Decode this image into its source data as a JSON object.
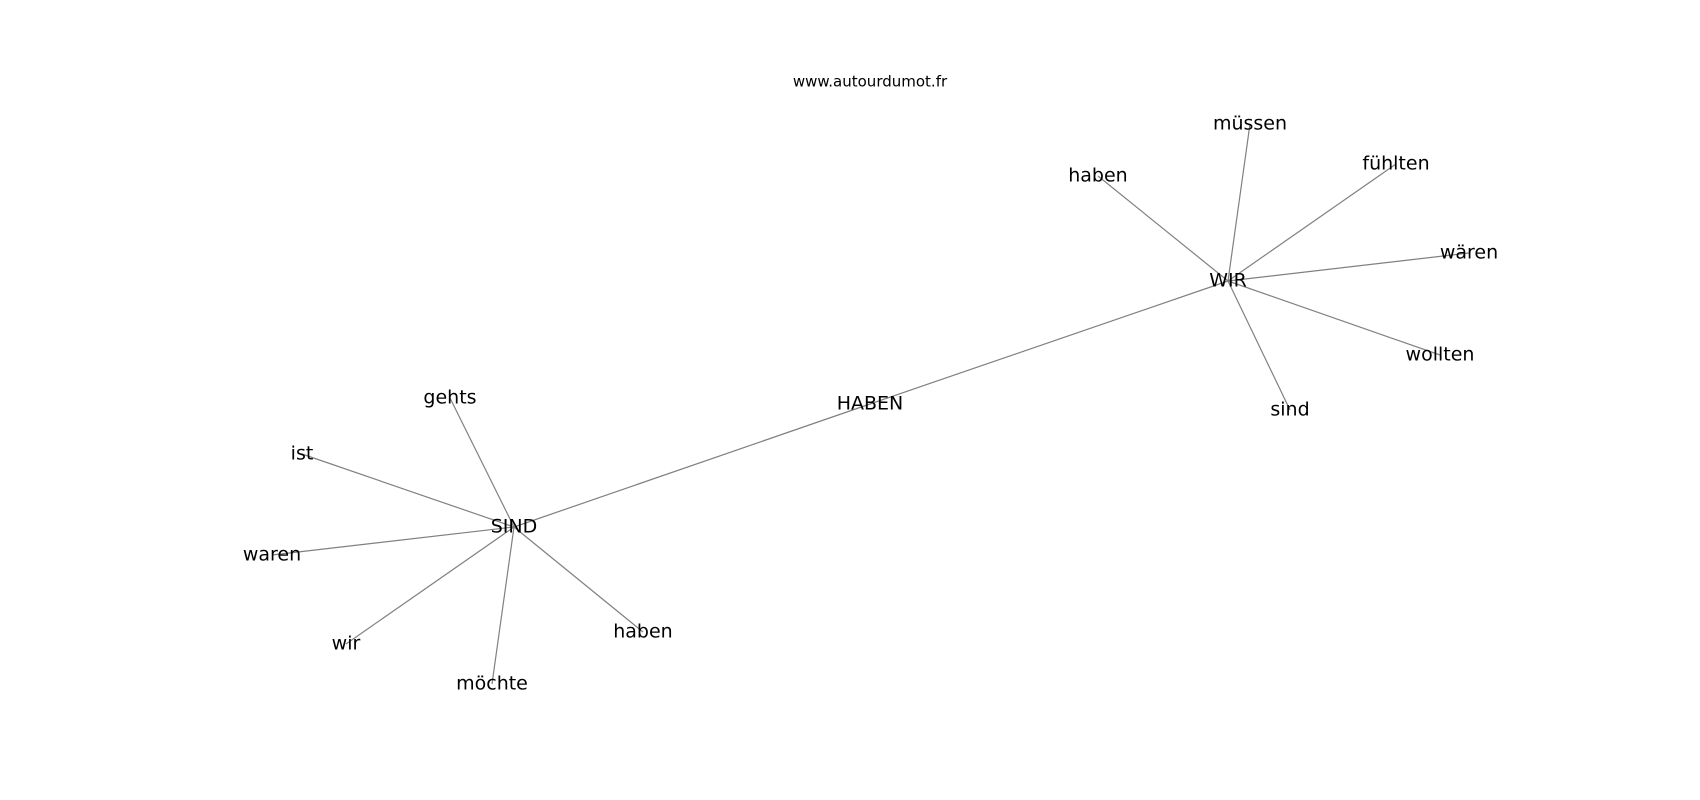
{
  "watermark": "www.autourdumot.fr",
  "graph": {
    "nodes": [
      {
        "id": "haben_center",
        "label": "HABEN"
      },
      {
        "id": "wir_hub",
        "label": "WIR"
      },
      {
        "id": "sind_hub",
        "label": "SIND"
      },
      {
        "id": "w_muessen",
        "label": "müssen"
      },
      {
        "id": "w_haben",
        "label": "haben"
      },
      {
        "id": "w_fuehlten",
        "label": "fühlten"
      },
      {
        "id": "w_waeren",
        "label": "wären"
      },
      {
        "id": "w_wollten",
        "label": "wollten"
      },
      {
        "id": "w_sind",
        "label": "sind"
      },
      {
        "id": "s_gehts",
        "label": "gehts"
      },
      {
        "id": "s_ist",
        "label": "ist"
      },
      {
        "id": "s_waren",
        "label": "waren"
      },
      {
        "id": "s_wir",
        "label": "wir"
      },
      {
        "id": "s_moechte",
        "label": "möchte"
      },
      {
        "id": "s_haben",
        "label": "haben"
      }
    ],
    "edges": [
      [
        "haben_center",
        "wir_hub"
      ],
      [
        "haben_center",
        "sind_hub"
      ],
      [
        "wir_hub",
        "w_muessen"
      ],
      [
        "wir_hub",
        "w_haben"
      ],
      [
        "wir_hub",
        "w_fuehlten"
      ],
      [
        "wir_hub",
        "w_waeren"
      ],
      [
        "wir_hub",
        "w_wollten"
      ],
      [
        "wir_hub",
        "w_sind"
      ],
      [
        "sind_hub",
        "s_gehts"
      ],
      [
        "sind_hub",
        "s_ist"
      ],
      [
        "sind_hub",
        "s_waren"
      ],
      [
        "sind_hub",
        "s_wir"
      ],
      [
        "sind_hub",
        "s_moechte"
      ],
      [
        "sind_hub",
        "s_haben"
      ]
    ]
  }
}
